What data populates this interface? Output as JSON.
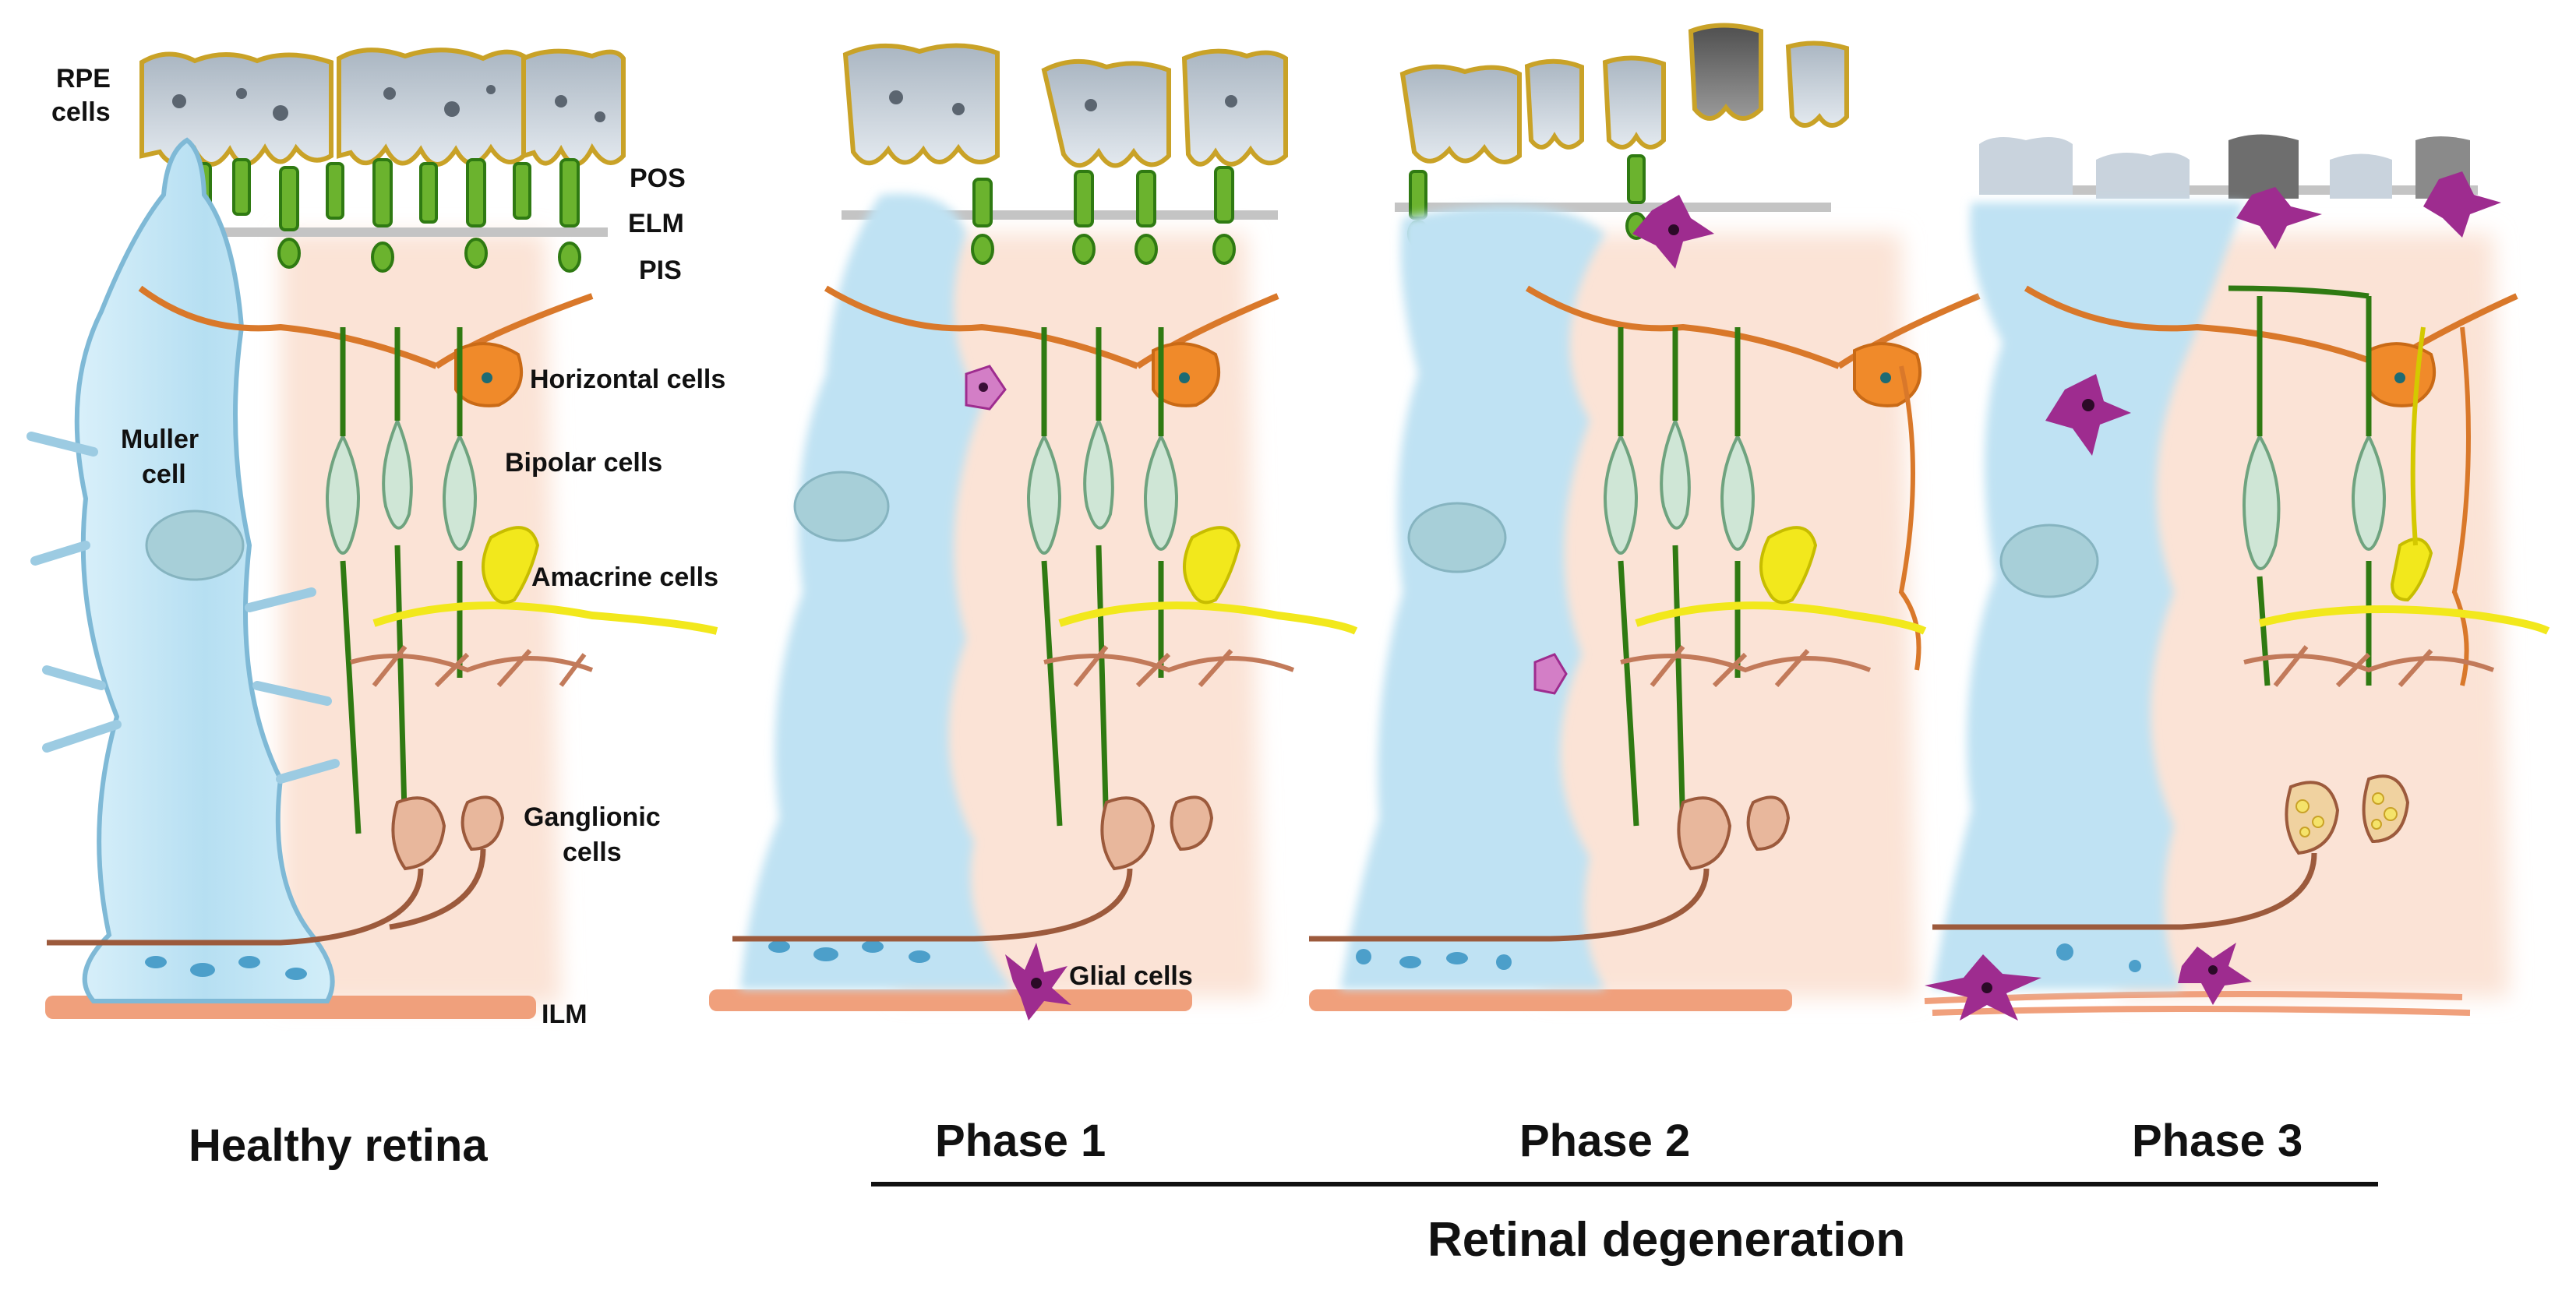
{
  "diagram": {
    "layer_labels": {
      "rpe": [
        "RPE",
        "cells"
      ],
      "pos": "POS",
      "elm": "ELM",
      "pis": "PIS",
      "ilm": "ILM",
      "muller": [
        "Muller",
        "cell"
      ],
      "horizontal": "Horizontal cells",
      "bipolar": "Bipolar cells",
      "amacrine": "Amacrine cells",
      "ganglionic": [
        "Ganglionic",
        "cells"
      ],
      "glial": "Glial cells"
    },
    "panel_titles": [
      "Healthy retina",
      "Phase 1",
      "Phase 2",
      "Phase 3"
    ],
    "group_label": "Retinal degeneration",
    "colors": {
      "muller": "#bfe2f3",
      "muller_edge": "#7fb9d6",
      "rpe": "#c9d3dd",
      "rpe_edge": "#c9a227",
      "rpe_dark": "#6e6e6e",
      "photoreceptor": "#6bb32e",
      "photoreceptor_dark": "#2f7a12",
      "nucleus": "#1d6b73",
      "horizontal": "#f08a2a",
      "horizontal_dendrite": "#d9782a",
      "bipolar": "#cfe6d6",
      "amacrine": "#f2e81c",
      "ganglion": "#e8b79c",
      "ganglion_axon": "#9c5a3c",
      "glial": "#9e2c8f",
      "glial_light": "#d37ec6",
      "ilm": "#f0a07c",
      "background_tissue": "#fbe3d6",
      "elm_line": "#bcbcbc"
    }
  }
}
